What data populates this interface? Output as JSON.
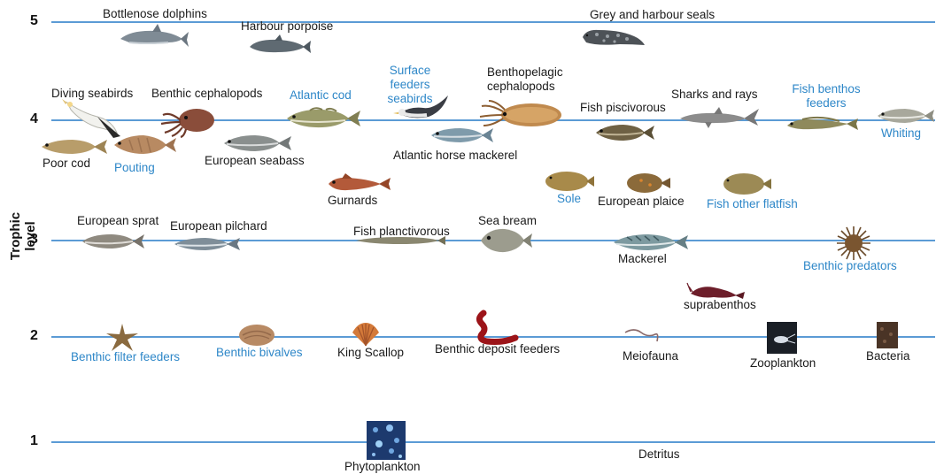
{
  "y_axis_title": "Trophic level",
  "colors": {
    "line": "#5b9bd5",
    "label_dark": "#1a1a1a",
    "label_blue": "#2e87c8"
  },
  "levels": [
    "5",
    "4",
    "3",
    "2",
    "1"
  ],
  "groups": [
    {
      "name": "Bottlenose dolphins",
      "color": "dark",
      "icon": "dolphin-icon"
    },
    {
      "name": "Harbour porpoise",
      "color": "dark",
      "icon": "porpoise-icon"
    },
    {
      "name": "Grey and harbour seals",
      "color": "dark",
      "icon": "seal-icon"
    },
    {
      "name": "Diving seabirds",
      "color": "dark",
      "icon": "gannet-icon"
    },
    {
      "name": "Benthic cephalopods",
      "color": "dark",
      "icon": "octopus-icon"
    },
    {
      "name": "Atlantic cod",
      "color": "blue",
      "icon": "cod-icon"
    },
    {
      "name": "Surface feeders seabirds",
      "color": "blue",
      "icon": "gull-icon"
    },
    {
      "name": "Benthopelagic cephalopods",
      "color": "dark",
      "icon": "cuttlefish-icon"
    },
    {
      "name": "Fish piscivorous",
      "color": "dark",
      "icon": "piscivorous-fish-icon"
    },
    {
      "name": "Sharks and rays",
      "color": "dark",
      "icon": "shark-icon"
    },
    {
      "name": "Fish benthos feeders",
      "color": "blue",
      "icon": "benthos-fish-icon"
    },
    {
      "name": "Whiting",
      "color": "blue",
      "icon": "whiting-icon"
    },
    {
      "name": "Poor cod",
      "color": "dark",
      "icon": "poor-cod-icon"
    },
    {
      "name": "Pouting",
      "color": "blue",
      "icon": "pouting-icon"
    },
    {
      "name": "European seabass",
      "color": "dark",
      "icon": "seabass-icon"
    },
    {
      "name": "Atlantic horse mackerel",
      "color": "dark",
      "icon": "horse-mackerel-icon"
    },
    {
      "name": "Gurnards",
      "color": "dark",
      "icon": "gurnard-icon"
    },
    {
      "name": "Sole",
      "color": "blue",
      "icon": "sole-icon"
    },
    {
      "name": "European plaice",
      "color": "dark",
      "icon": "plaice-icon"
    },
    {
      "name": "Fish other flatfish",
      "color": "blue",
      "icon": "flatfish-icon"
    },
    {
      "name": "European sprat",
      "color": "dark",
      "icon": "sprat-icon"
    },
    {
      "name": "European pilchard",
      "color": "dark",
      "icon": "pilchard-icon"
    },
    {
      "name": "Fish planctivorous",
      "color": "dark",
      "icon": "eel-icon"
    },
    {
      "name": "Sea bream",
      "color": "dark",
      "icon": "seabream-icon"
    },
    {
      "name": "Mackerel",
      "color": "dark",
      "icon": "mackerel-icon"
    },
    {
      "name": "Benthic predators",
      "color": "blue",
      "icon": "urchin-icon"
    },
    {
      "name": "suprabenthos",
      "color": "dark",
      "icon": "shrimp-icon"
    },
    {
      "name": "Benthic filter feeders",
      "color": "blue",
      "icon": "starfish-icon"
    },
    {
      "name": "Benthic bivalves",
      "color": "blue",
      "icon": "clam-icon"
    },
    {
      "name": "King Scallop",
      "color": "dark",
      "icon": "scallop-icon"
    },
    {
      "name": "Benthic deposit feeders",
      "color": "dark",
      "icon": "worm-icon"
    },
    {
      "name": "Meiofauna",
      "color": "dark",
      "icon": "nematode-icon"
    },
    {
      "name": "Zooplankton",
      "color": "dark",
      "icon": "zooplankton-icon"
    },
    {
      "name": "Bacteria",
      "color": "dark",
      "icon": "bacteria-icon"
    },
    {
      "name": "Phytoplankton",
      "color": "dark",
      "icon": "phytoplankton-icon"
    },
    {
      "name": "Detritus",
      "color": "dark",
      "icon": ""
    }
  ]
}
